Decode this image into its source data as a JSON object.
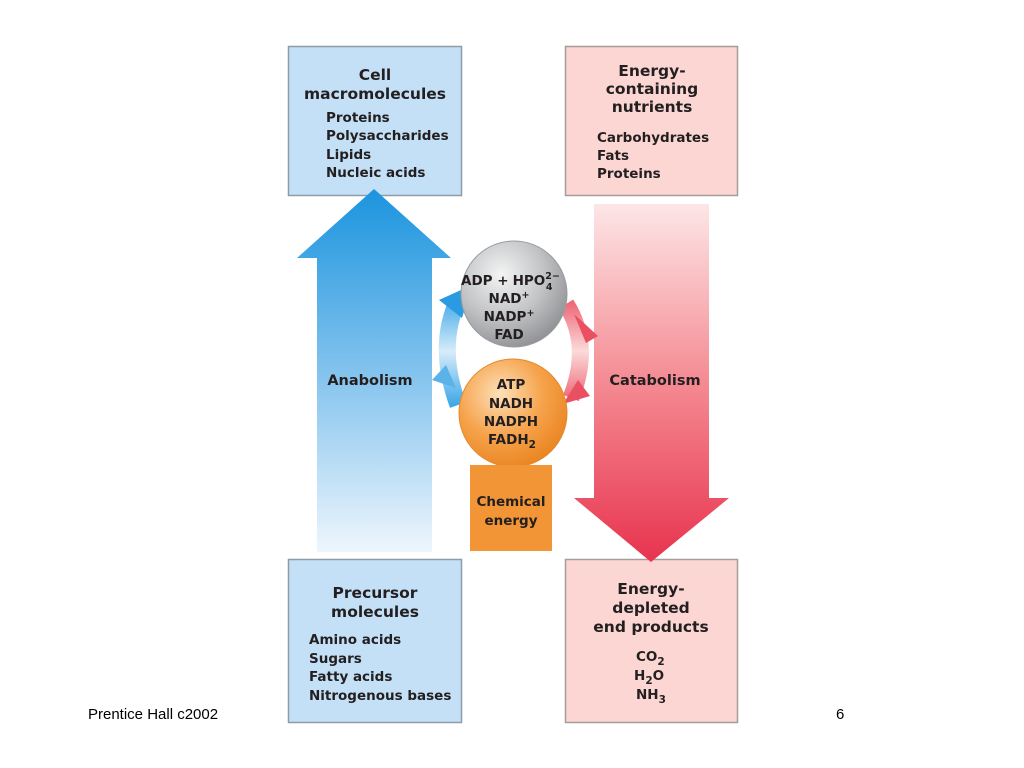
{
  "boxes": {
    "cell_macromolecules": {
      "title": [
        "Cell",
        "macromolecules"
      ],
      "items": [
        "Proteins",
        "Polysaccharides",
        "Lipids",
        "Nucleic acids"
      ]
    },
    "energy_nutrients": {
      "title": [
        "Energy-",
        "containing",
        "nutrients"
      ],
      "items": [
        "Carbohydrates",
        "Fats",
        "Proteins"
      ]
    },
    "precursor_molecules": {
      "title": [
        "Precursor",
        "molecules"
      ],
      "items": [
        "Amino acids",
        "Sugars",
        "Fatty acids",
        "Nitrogenous bases"
      ]
    },
    "energy_depleted": {
      "title": [
        "Energy-",
        "depleted",
        "end products"
      ],
      "items": [
        {
          "main": "CO",
          "sub": "2",
          "tail": ""
        },
        {
          "main": "H",
          "sub": "2",
          "tail": "O"
        },
        {
          "main": "NH",
          "sub": "3",
          "tail": ""
        }
      ]
    }
  },
  "arrows": {
    "anabolism": "Anabolism",
    "catabolism": "Catabolism"
  },
  "circles": {
    "gray": {
      "adp": "ADP +",
      "hpo": "HPO",
      "hpo_sup": "2−",
      "hpo_sub": "4",
      "nad": "NAD",
      "nad_sup": "+",
      "nadp": "NADP",
      "nadp_sup": "+",
      "fad": "FAD"
    },
    "orange": {
      "atp": "ATP",
      "nadh": "NADH",
      "nadph": "NADPH",
      "fadh": "FADH",
      "fadh_sub": "2"
    }
  },
  "chemical_energy": [
    "Chemical",
    "energy"
  ],
  "footer": {
    "left": "Prentice Hall c2002",
    "right": "6"
  },
  "colors": {
    "blue_box": "#c4e0f7",
    "pink_box": "#fbd6d3",
    "blue_arrow": "#2a9be0",
    "red_arrow": "#ea4059",
    "orange": "#f29536",
    "gray": "#a7a9ac"
  }
}
